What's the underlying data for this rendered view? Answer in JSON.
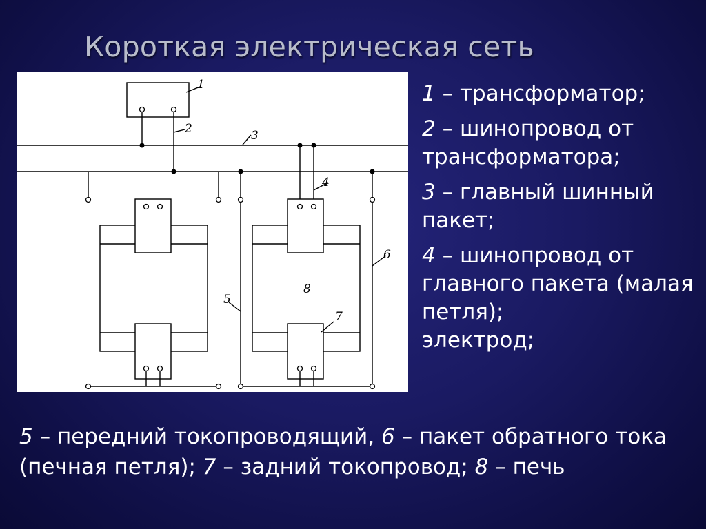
{
  "title": "Короткая электрическая сеть",
  "legend": [
    {
      "num": "1",
      "text": "трансформатор;"
    },
    {
      "num": "2",
      "text": "шинопровод от трансформатора;"
    },
    {
      "num": "3",
      "text": "главный шинный пакет;"
    },
    {
      "num": "4",
      "text": "шинопровод от главного пакета (малая петля);"
    }
  ],
  "legend_extra": "электрод;",
  "bottom_items": [
    {
      "num": "5",
      "text": "передний токопроводящий,"
    },
    {
      "num": "6",
      "text": "пакет обратного тока (печная петля);"
    },
    {
      "num": "7",
      "text": "задний токопровод;"
    },
    {
      "num": "8",
      "text": "печь"
    }
  ],
  "dash": "–",
  "diagram_labels": {
    "l1": "1",
    "l2": "2",
    "l3": "3",
    "l4": "4",
    "l5": "5",
    "l6": "6",
    "l7": "7",
    "l8": "8"
  }
}
